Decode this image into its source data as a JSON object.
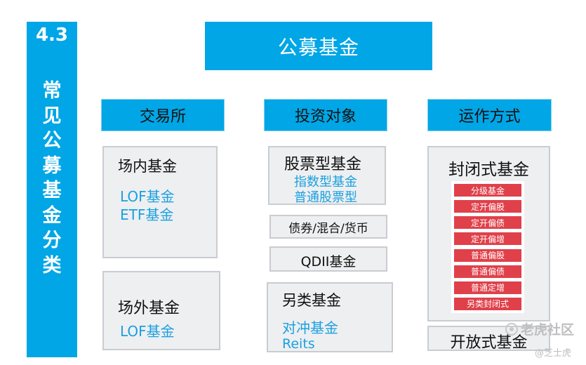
{
  "side": {
    "number": "4.3",
    "title_chars": [
      "常",
      "见",
      "公",
      "募",
      "基",
      "金",
      "分",
      "类"
    ]
  },
  "title": "公募基金",
  "columns": {
    "exchange": {
      "header": "交易所",
      "onsite": {
        "title": "场内基金",
        "items": [
          "LOF基金",
          "ETF基金"
        ]
      },
      "offsite": {
        "title": "场外基金",
        "items": [
          "LOF基金"
        ]
      }
    },
    "investment": {
      "header": "投资对象",
      "stock": {
        "title": "股票型基金",
        "items": [
          "指数型基金",
          "普通股票型"
        ]
      },
      "bond": "债券/混合/货币",
      "qdii": "QDII基金",
      "other": {
        "title": "另类基金",
        "items": [
          "对冲基金",
          "Reits"
        ]
      }
    },
    "operation": {
      "header": "运作方式",
      "closed": {
        "title": "封闭式基金",
        "items": [
          "分级基金",
          "定开偏股",
          "定开偏债",
          "定开偏增",
          "普通偏股",
          "普通偏债",
          "普通定增",
          "另类封闭式"
        ]
      },
      "open": "开放式基金"
    }
  },
  "watermark": {
    "main": "老虎社区",
    "sub": "@芝士虎",
    "icon": "tiger-community-icon"
  },
  "colors": {
    "accent": "#00a6e6",
    "red": "#e0404a",
    "box": "#eeeff1"
  }
}
